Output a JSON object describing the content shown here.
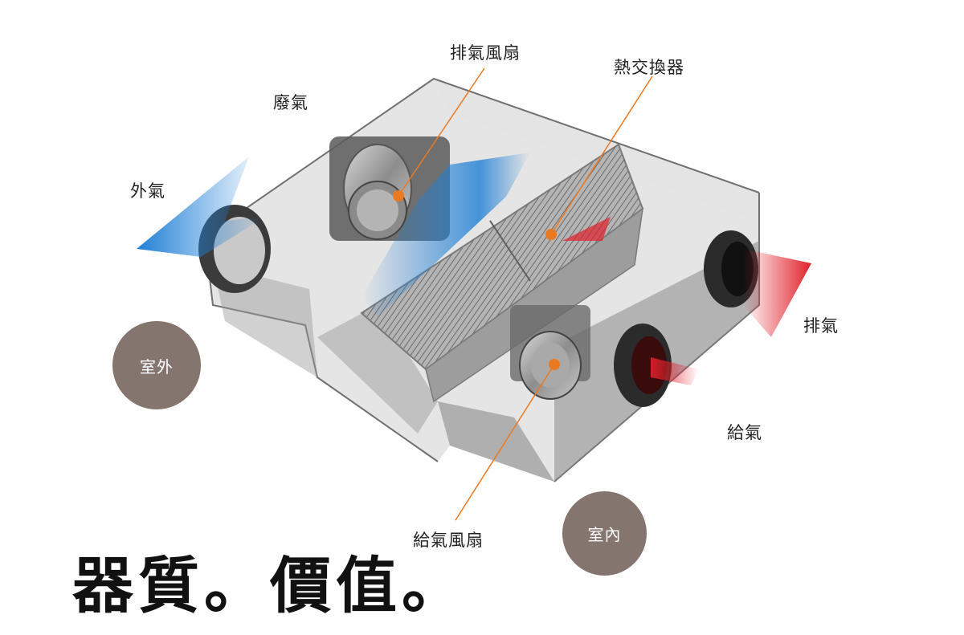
{
  "labels": {
    "exhaust_fan": "排氣風扇",
    "heat_exchanger": "熱交換器",
    "waste_air": "廢氣",
    "outside_air": "外氣",
    "exhaust": "排氣",
    "supply_air": "給氣",
    "supply_fan": "給氣風扇",
    "outdoor": "室外",
    "indoor": "室內"
  },
  "headline": "器質。價值。",
  "colors": {
    "cool_air": "#1f7fd6",
    "warm_air": "#e0202a",
    "pointer": "#ea7a22",
    "badge": "#84756e"
  }
}
